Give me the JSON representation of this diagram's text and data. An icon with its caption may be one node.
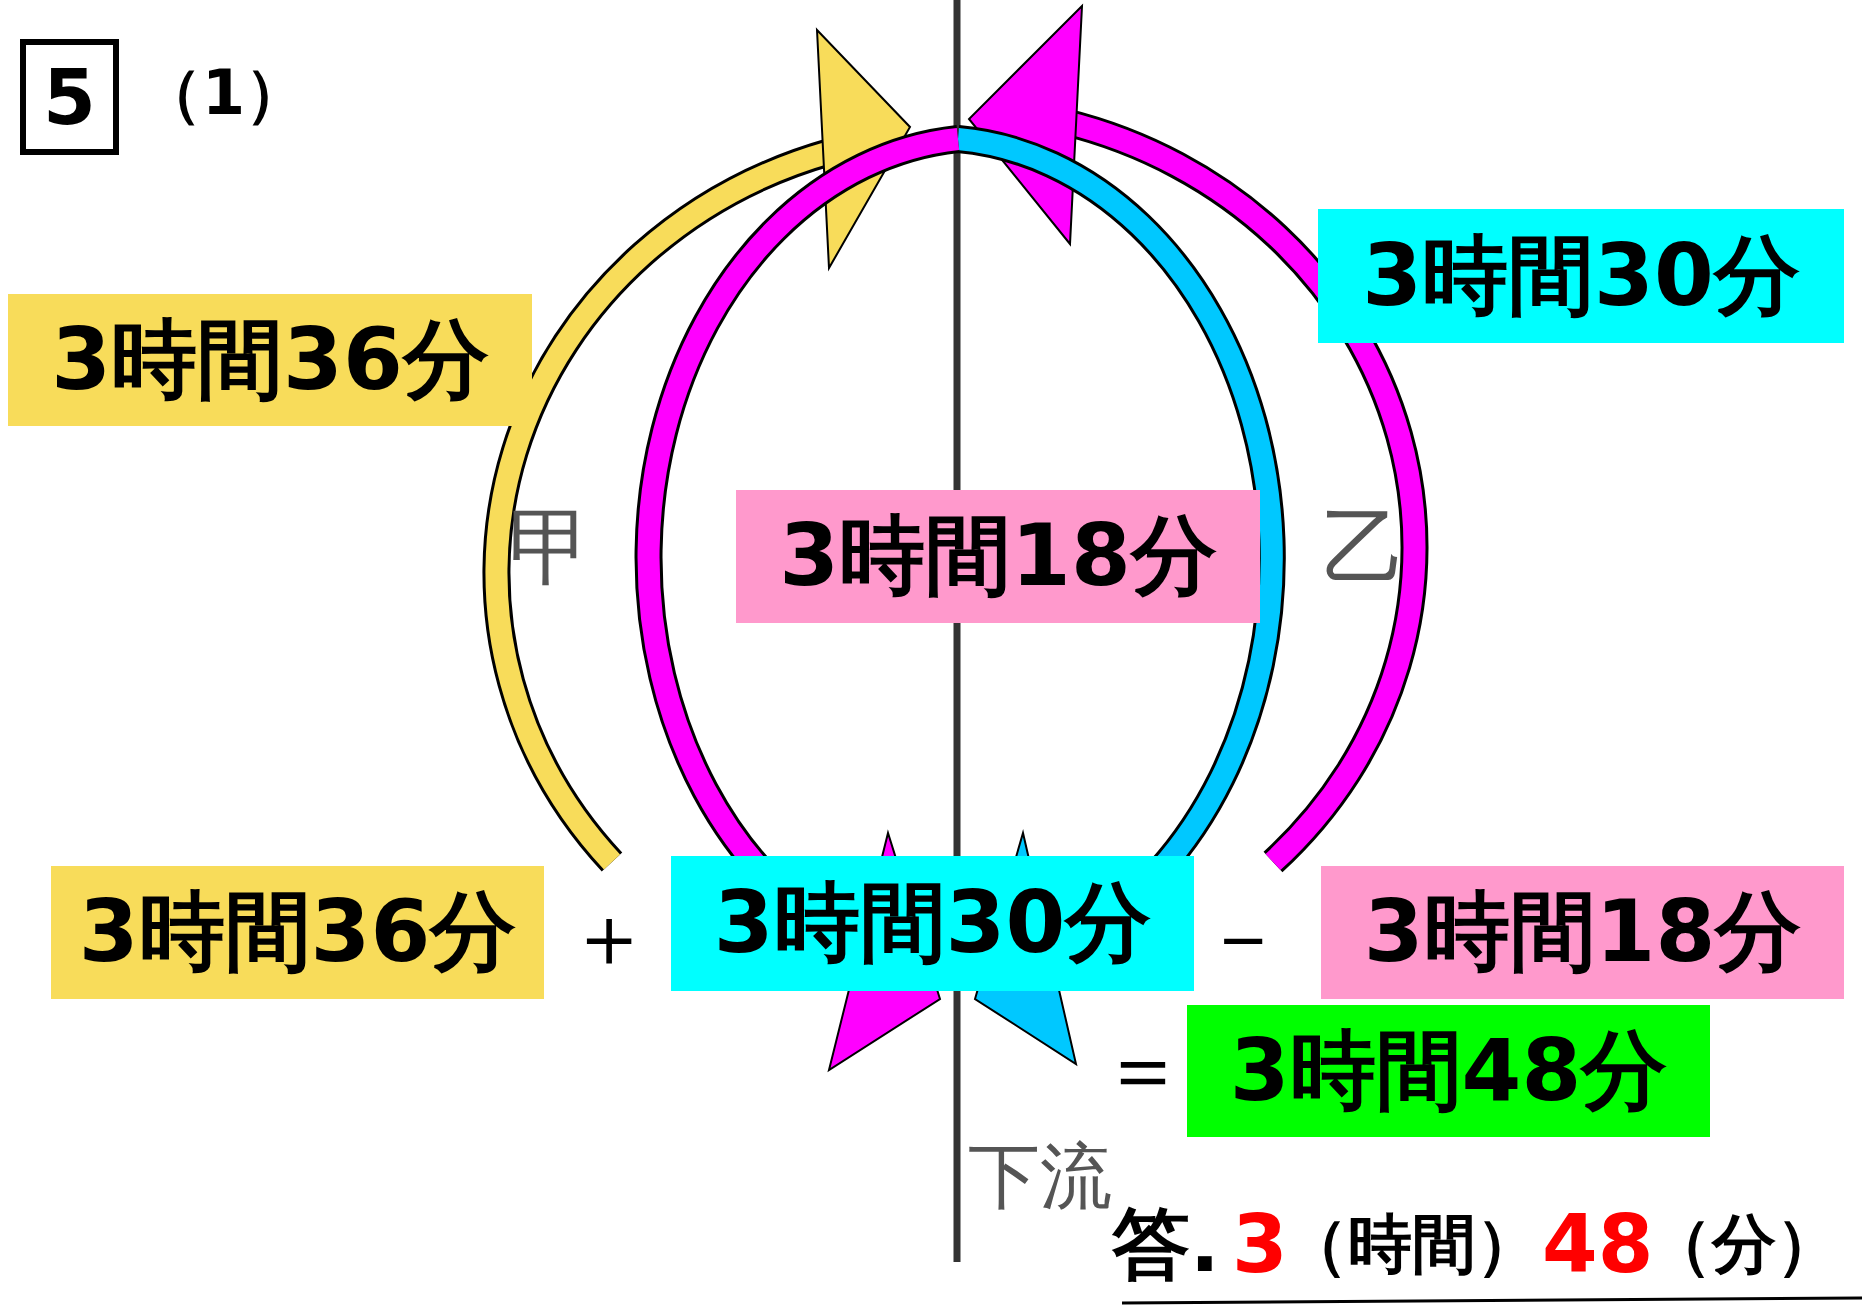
{
  "diagram": {
    "nodes": [
      {
        "text": [
          "5"
        ]
      },
      {
        "text": [
          "3時間36分"
        ]
      },
      {
        "text": [
          "3時間30分"
        ]
      },
      {
        "text": [
          "3時間18分"
        ]
      },
      {
        "text": [
          "3時間36分"
        ]
      },
      {
        "text": [
          "3時間30分"
        ]
      },
      {
        "text": [
          "3時間18分"
        ]
      },
      {
        "text": [
          "3時間48分"
        ]
      }
    ],
    "labels": [
      "（1）",
      "甲",
      "乙",
      "＋",
      "－",
      "＝",
      "下流",
      "答.",
      "3",
      "（時間）",
      "48",
      "（分）"
    ]
  }
}
